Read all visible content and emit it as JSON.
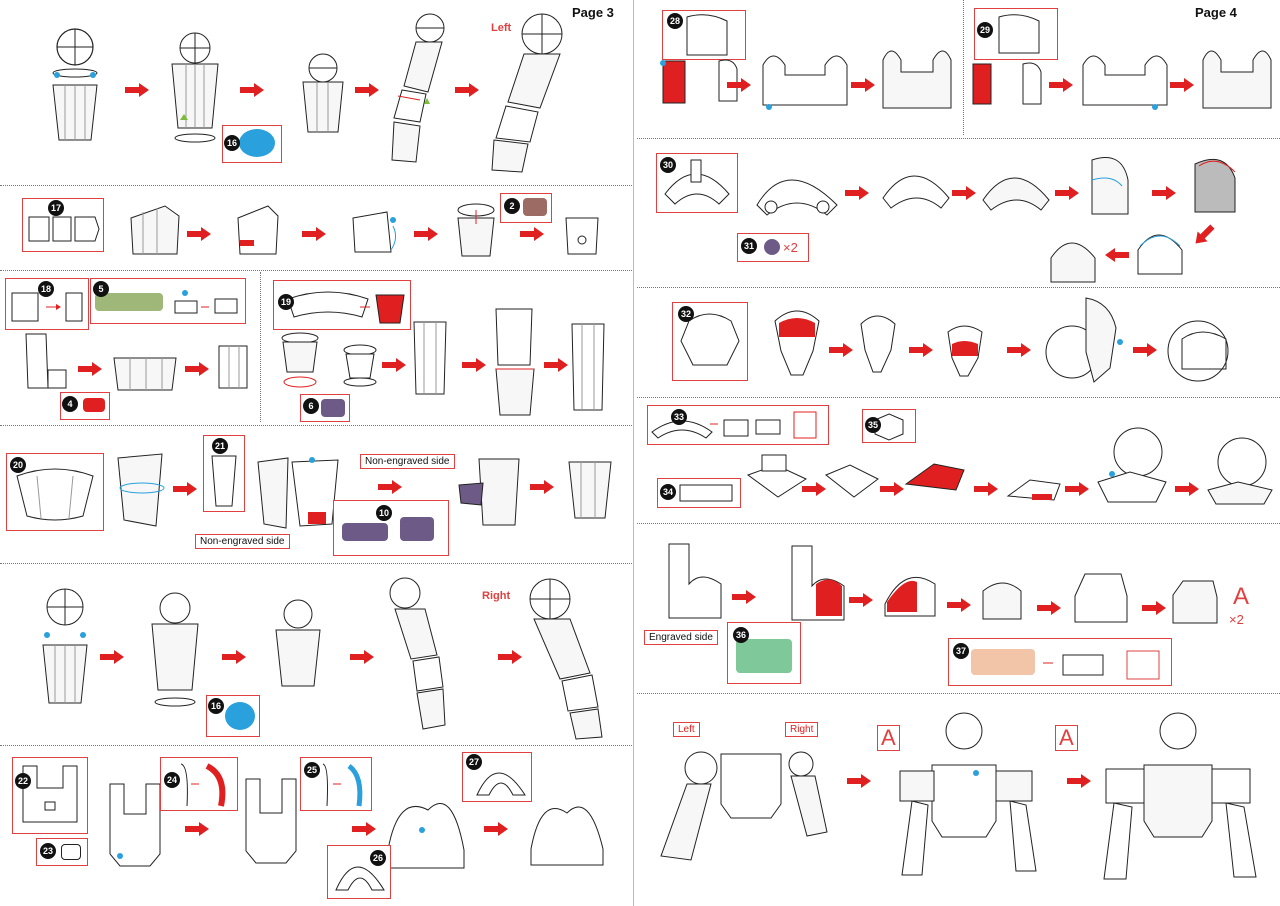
{
  "pages": {
    "left_label": "Page 3",
    "right_label": "Page 4"
  },
  "labels": {
    "left": "Left",
    "right": "Right",
    "left_assembly": "Left",
    "right_assembly": "Right",
    "non_engraved_1": "Non-engraved side",
    "non_engraved_2": "Non-engraved side",
    "engraved": "Engraved side",
    "A": "A",
    "A_times": "×2",
    "x2": "×2"
  },
  "steps": {
    "s2": "2",
    "s4": "4",
    "s5": "5",
    "s6": "6",
    "s10": "10",
    "s16a": "16",
    "s16b": "16",
    "s17": "17",
    "s18": "18",
    "s19": "19",
    "s20": "20",
    "s21": "21",
    "s22": "22",
    "s23": "23",
    "s24": "24",
    "s25": "25",
    "s26": "26",
    "s27": "27",
    "s28": "28",
    "s29": "29",
    "s30": "30",
    "s31": "31",
    "s32": "32",
    "s33": "33",
    "s34": "34",
    "s35": "35",
    "s36": "36",
    "s37": "37"
  },
  "colors": {
    "accent": "#e02020",
    "box": "#e04040",
    "part_blue": "#2aa0dc",
    "part_purple": "#6e5a86",
    "part_green": "#7fc89a",
    "part_olive": "#9fb87a",
    "part_peach": "#f2c4a8",
    "part_brown": "#9c6b64",
    "tab_green": "#7dbb3a"
  }
}
